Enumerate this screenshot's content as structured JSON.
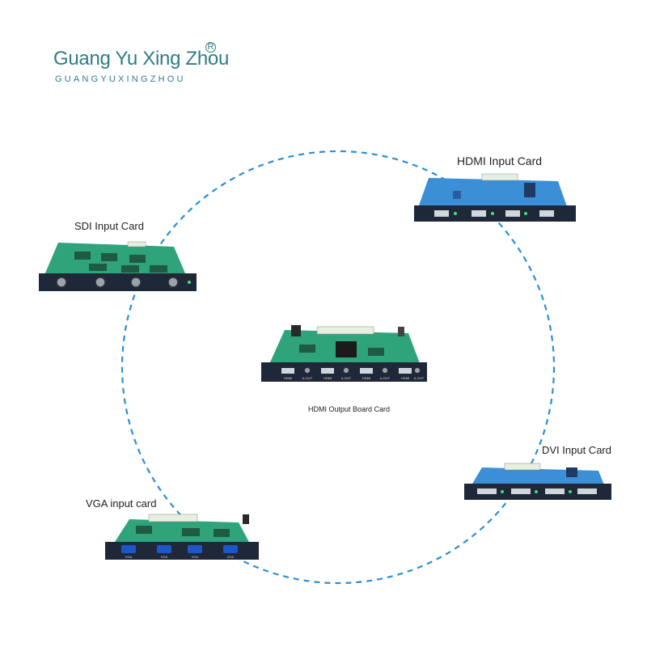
{
  "logo": {
    "name": "Guang Yu Xing Zhou",
    "registered_mark": "R",
    "subtitle": "GUANGYUXINGZHOU"
  },
  "colors": {
    "brand": "#2f7d86",
    "dashed_circle": "#2a8fd4",
    "pcb_green": "#2fa37a",
    "pcb_blue": "#3b8fd6",
    "faceplate": "#1e2838"
  },
  "cards": {
    "sdi": {
      "label": "SDI Input Card",
      "connector_icon": "bnc-connector-icon"
    },
    "hdmi_in": {
      "label": "HDMI Input Card",
      "connector_icon": "hdmi-port-icon"
    },
    "hdmi_out": {
      "label": "HDMI Output Board Card",
      "connector_icon": "hdmi-port-icon",
      "port_labels": [
        "HDMI",
        "A-OUT",
        "HDMI",
        "A-OUT",
        "HDMI",
        "A-OUT",
        "HDMI",
        "A-OUT"
      ]
    },
    "dvi": {
      "label": "DVI Input Card",
      "connector_icon": "dvi-port-icon"
    },
    "vga": {
      "label": "VGA input card",
      "connector_icon": "vga-port-icon",
      "port_labels": [
        "VGA",
        "VGA",
        "VGA",
        "VGA"
      ]
    }
  }
}
